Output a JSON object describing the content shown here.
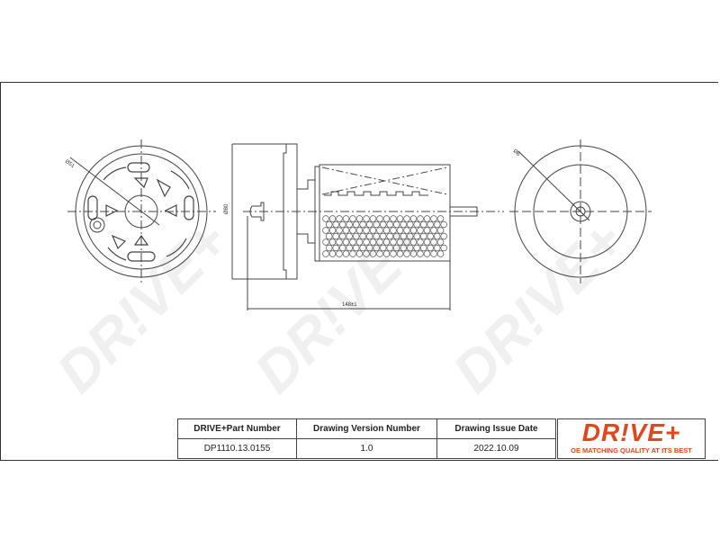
{
  "watermark": "DR!VE+",
  "dimensions": {
    "left_diameter": "Ø51",
    "side_height": "Ø80",
    "length": "148±1",
    "right_diameter": "Ø6"
  },
  "title_block": {
    "headers": [
      "DRIVE+Part Number",
      "Drawing Version Number",
      "Drawing Issue Date"
    ],
    "values": [
      "DP1110.13.0155",
      "1.0",
      "2022.10.09"
    ]
  },
  "logo": {
    "text": "DR!VE+",
    "tagline": "OE MATCHING QUALITY AT ITS BEST",
    "color": "#e2471c"
  }
}
